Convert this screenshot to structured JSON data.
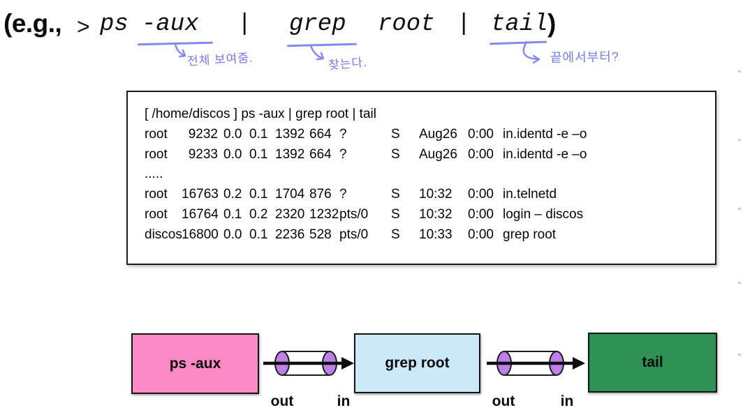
{
  "headline": {
    "prefix": "(e.g.,",
    "prompt": ">",
    "ps": "ps",
    "aux": "-aux",
    "pipe1": "|",
    "grep": "grep",
    "root": "root",
    "pipe2": "|",
    "tail": "tail",
    "suffix": ")",
    "ink_color": "#8488f0",
    "annotations": [
      {
        "target": "-aux",
        "text": "전체 보여줌."
      },
      {
        "target": "grep",
        "text": "찾는다."
      },
      {
        "target": "tail",
        "text": "끝에서부터?"
      }
    ]
  },
  "terminal": {
    "prompt_line": "[ /home/discos ] ps -aux | grep root | tail",
    "ellipsis": ".....",
    "rows": [
      {
        "user": "root",
        "pid": "9232",
        "cpu": "0.0",
        "mem": "0.1",
        "vsz": "1392",
        "rss": "664",
        "tty": "?",
        "stat": "S",
        "start": "Aug26",
        "time": "0:00",
        "command": "in.identd -e –o"
      },
      {
        "user": "root",
        "pid": "9233",
        "cpu": "0.0",
        "mem": "0.1",
        "vsz": "1392",
        "rss": "664",
        "tty": "?",
        "stat": "S",
        "start": "Aug26",
        "time": "0:00",
        "command": "in.identd -e –o"
      },
      {
        "user": "root",
        "pid": "16763",
        "cpu": "0.2",
        "mem": "0.1",
        "vsz": "1704",
        "rss": "876",
        "tty": "?",
        "stat": "S",
        "start": "10:32",
        "time": "0:00",
        "command": "in.telnetd"
      },
      {
        "user": "root",
        "pid": "16764",
        "cpu": "0.1",
        "mem": "0.2",
        "vsz": "2320",
        "rss": "1232",
        "tty": "pts/0",
        "stat": "S",
        "start": "10:32",
        "time": "0:00",
        "command": "login – discos"
      },
      {
        "user": "discos",
        "pid": "16800",
        "cpu": "0.0",
        "mem": "0.1",
        "vsz": "2236",
        "rss": "528",
        "tty": "pts/0",
        "stat": "S",
        "start": "10:33",
        "time": "0:00",
        "command": "grep root"
      }
    ]
  },
  "diagram": {
    "boxes": [
      {
        "label": "ps -aux",
        "fill": "#fb8ac6"
      },
      {
        "label": "grep root",
        "fill": "#cbe9f9"
      },
      {
        "label": "tail",
        "fill": "#2e9254"
      }
    ],
    "out_label": "out",
    "in_label": "in",
    "pipe_fill": "#bd7fe8"
  }
}
